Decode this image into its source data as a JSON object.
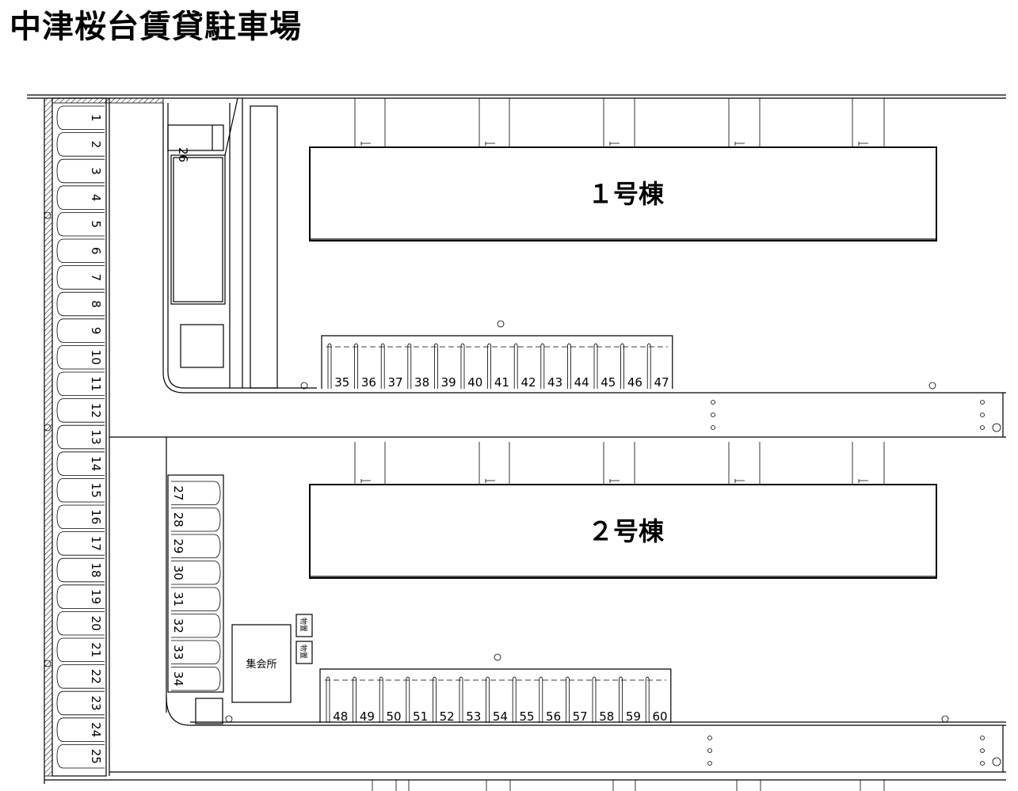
{
  "title": "中津桜台賃貸駐車場",
  "buildings": [
    {
      "label": "１号棟"
    },
    {
      "label": "２号棟"
    }
  ],
  "facilities": {
    "meeting_hall": "集会所",
    "storage_label": "物置"
  },
  "parking": {
    "left_column": [
      "1",
      "2",
      "3",
      "4",
      "5",
      "6",
      "7",
      "8",
      "9",
      "10",
      "11",
      "12",
      "13",
      "14",
      "15",
      "16",
      "17",
      "18",
      "19",
      "20",
      "21",
      "22",
      "23",
      "24",
      "25"
    ],
    "top_single": [
      "26"
    ],
    "middle_column": [
      "27",
      "28",
      "29",
      "30",
      "31",
      "32",
      "33",
      "34"
    ],
    "row_1": [
      "35",
      "36",
      "37",
      "38",
      "39",
      "40",
      "41",
      "42",
      "43",
      "44",
      "45",
      "46",
      "47"
    ],
    "row_2": [
      "48",
      "49",
      "50",
      "51",
      "52",
      "53",
      "54",
      "55",
      "56",
      "57",
      "58",
      "59",
      "60"
    ]
  }
}
